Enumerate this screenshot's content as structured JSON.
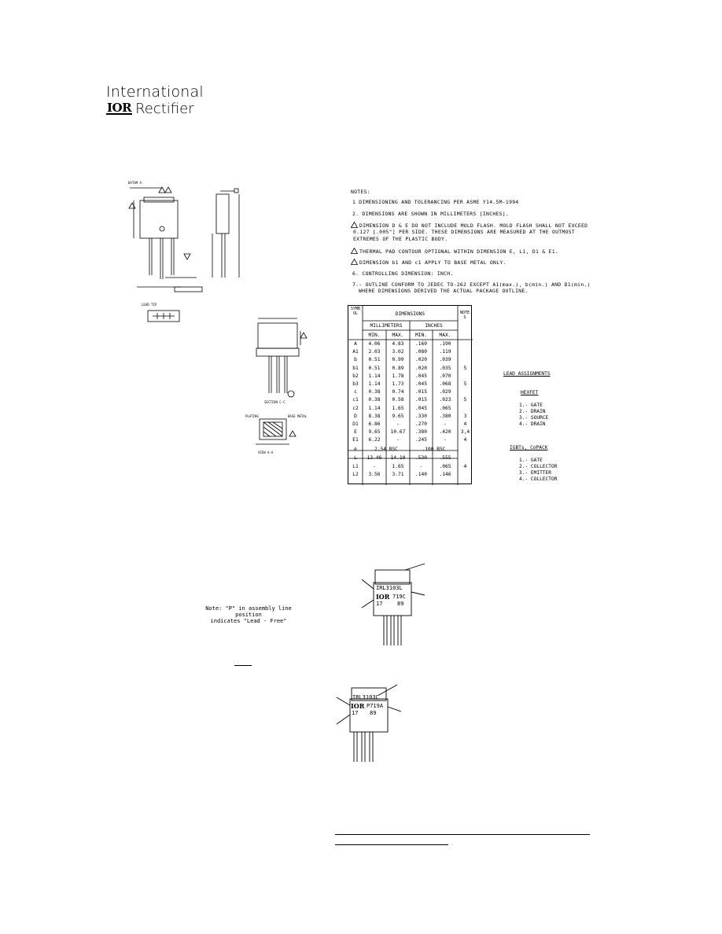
{
  "logo": {
    "line1": "International",
    "mark": "IOR",
    "line2": "Rectifier"
  },
  "notes": {
    "title": "NOTES:",
    "items": [
      "1  DIMENSIONING AND TOLERANCING PER ASME Y14.5M-1994",
      "2. DIMENSIONS ARE SHOWN IN MILLIMETERS [INCHES].",
      "DIMENSION D & E DO NOT INCLUDE MOLD  FLASH. MOLD FLASH SHALL NOT EXCEED",
      "0.127 [.005\"] PER SIDE. THESE DIMENSIONS ARE MEASURED AT THE OUTMOST",
      "EXTREMES OF THE PLASTIC BODY.",
      "THERMAL PAD CONTOUR OPTIONAL WITHIN DIMENSION E, L1, D1 & E1.",
      "DIMENSION b1 AND c1 APPLY TO BASE METAL ONLY.",
      "6. CONTROLLING DIMENSION: INCH.",
      "7.- OUTLINE CONFORM TO JEDEC TO-262 EXCEPT A1(max.), b(min.) AND D1(min.)",
      "WHERE DIMENSIONS DERIVED THE ACTUAL PACKAGE OUTLINE."
    ],
    "tri_labels": [
      "3",
      "4",
      "5"
    ]
  },
  "table": {
    "symbol_header": "SYMBOL",
    "dimensions_header": "DIMENSIONS",
    "mm_header": "MILLIMETERS",
    "in_header": "INCHES",
    "min": "MIN.",
    "max": "MAX.",
    "notes_header": "NOTES",
    "rows": [
      [
        "A",
        "4.06",
        "4.83",
        ".160",
        ".190",
        ""
      ],
      [
        "A1",
        "2.03",
        "3.02",
        ".080",
        ".119",
        ""
      ],
      [
        "b",
        "0.51",
        "0.99",
        ".020",
        ".039",
        ""
      ],
      [
        "b1",
        "0.51",
        "0.89",
        ".020",
        ".035",
        "5"
      ],
      [
        "b2",
        "1.14",
        "1.78",
        ".045",
        ".070",
        ""
      ],
      [
        "b3",
        "1.14",
        "1.73",
        ".045",
        ".068",
        "5"
      ],
      [
        "c",
        "0.38",
        "0.74",
        ".015",
        ".029",
        ""
      ],
      [
        "c1",
        "0.38",
        "0.58",
        ".015",
        ".023",
        "5"
      ],
      [
        "c2",
        "1.14",
        "1.65",
        ".045",
        ".065",
        ""
      ],
      [
        "D",
        "8.38",
        "9.65",
        ".330",
        ".380",
        "3"
      ],
      [
        "D1",
        "6.86",
        "-",
        ".270",
        "-",
        "4"
      ],
      [
        "E",
        "9.65",
        "10.67",
        ".380",
        ".420",
        "3,4"
      ],
      [
        "E1",
        "6.22",
        "-",
        ".245",
        "-",
        "4"
      ],
      [
        "e",
        "2.54  BSC",
        "",
        ".100  BSC",
        "",
        ""
      ],
      [
        "L",
        "13.46",
        "14.10",
        ".530",
        ".555",
        ""
      ],
      [
        "L1",
        "-",
        "1.65",
        "-",
        ".065",
        "4"
      ],
      [
        "L2",
        "3.56",
        "3.71",
        ".140",
        ".146",
        ""
      ]
    ]
  },
  "lead": {
    "title": "LEAD ASSIGNMENTS",
    "hexfet_title": "HEXFET",
    "hexfet": [
      "1.- GATE",
      "2.- DRAIN",
      "3.- SOURCE",
      "4.- DRAIN"
    ],
    "igbt_title": "IGBTs, CoPACK",
    "igbt": [
      "1.- GATE",
      "2.- COLLECTOR",
      "3.- EMITTER",
      "4.- COLLECTOR"
    ]
  },
  "drawing": {
    "lead_tip": "LEAD TIP",
    "section": "SECTION C-C",
    "view": "VIEW A-A",
    "plating": "PLATING",
    "base_metal": "BASE METAL"
  },
  "assembly_note": {
    "line1": "Note: \"P\" in assembly line position",
    "line2": "indicates \"Lead - Free\""
  },
  "package1": {
    "part": "IRL3103L",
    "mark": "IOR",
    "code": "719C",
    "lot": "17",
    "week": "89"
  },
  "package2": {
    "part": "IRL3103L",
    "mark": "IOR",
    "code": "P719A",
    "lot": "17",
    "week": "89"
  }
}
